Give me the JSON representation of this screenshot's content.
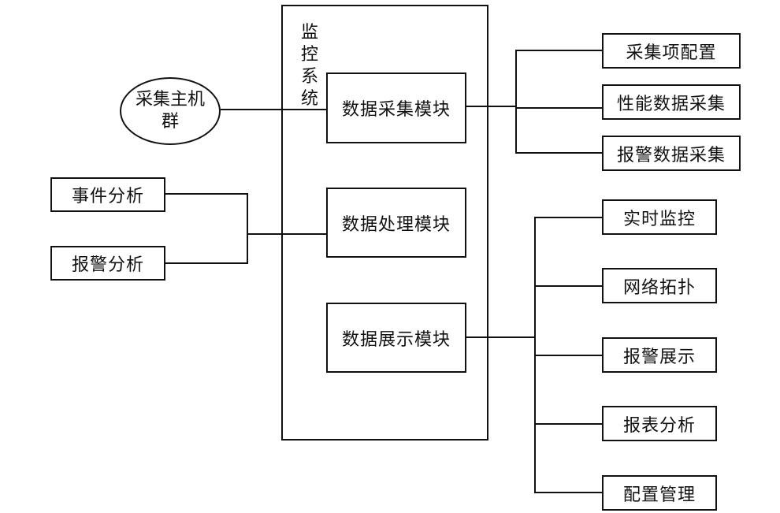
{
  "diagram": {
    "system": {
      "label": "监控系统"
    },
    "host_cluster": {
      "label_line1": "采集主机",
      "label_line2": "群"
    },
    "modules": {
      "collect": "数据采集模块",
      "process": "数据处理模块",
      "display": "数据展示模块"
    },
    "collect_children": [
      "采集项配置",
      "性能数据采集",
      "报警数据采集"
    ],
    "process_inputs": [
      "事件分析",
      "报警分析"
    ],
    "display_children": [
      "实时监控",
      "网络拓扑",
      "报警展示",
      "报表分析",
      "配置管理"
    ]
  }
}
